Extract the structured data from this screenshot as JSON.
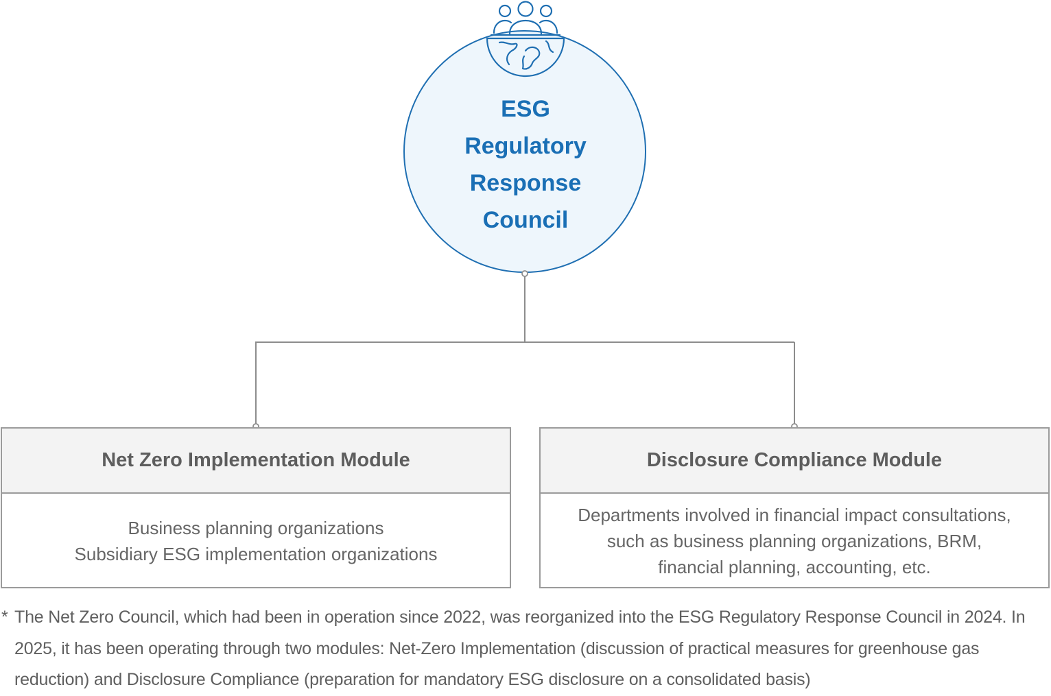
{
  "council": {
    "title": "ESG\nRegulatory\nResponse\nCouncil"
  },
  "modules": [
    {
      "title": "Net Zero Implementation Module",
      "lines": [
        "Business planning organizations",
        "Subsidiary ESG implementation organizations"
      ]
    },
    {
      "title": "Disclosure Compliance Module",
      "lines": [
        "Departments involved in financial impact consultations,",
        "such as business planning organizations, BRM,",
        "financial planning, accounting, etc."
      ]
    }
  ],
  "footnote": {
    "mark": "*",
    "text": "The Net Zero Council, which had been in operation since 2022, was reorganized into the ESG Regulatory Response Council in 2024. In 2025, it has been operating through two modules: Net-Zero Implementation (discussion of practical measures for greenhouse gas reduction) and Disclosure Compliance (preparation for mandatory ESG disclosure on a consolidated basis)"
  },
  "colors": {
    "accent": "#1a6fb5",
    "circle_fill": "#eef6fc",
    "box_border": "#9b9b9b",
    "header_fill": "#f3f3f3",
    "connector": "#8c8c8c"
  },
  "icons": {
    "council": "people-globe-icon"
  }
}
